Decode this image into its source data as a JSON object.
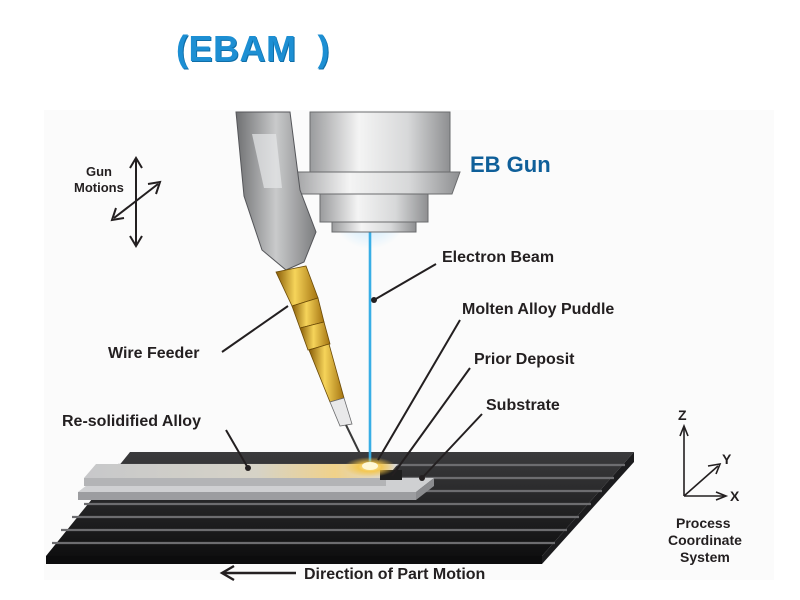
{
  "header": {
    "title": "(EBAM  )"
  },
  "diagram": {
    "gun_label": "EB Gun",
    "labels": {
      "gun_motions_line1": "Gun",
      "gun_motions_line2": "Motions",
      "electron_beam": "Electron Beam",
      "molten_puddle": "Molten Alloy Puddle",
      "prior_deposit": "Prior Deposit",
      "substrate": "Substrate",
      "wire_feeder": "Wire Feeder",
      "resolidified": "Re-solidified Alloy",
      "direction": "Direction of Part Motion"
    },
    "axes": {
      "z": "Z",
      "y": "Y",
      "x": "X",
      "caption_line1": "Process",
      "caption_line2": "Coordinate",
      "caption_line3": "System"
    },
    "colors": {
      "title": "#1d8fd3",
      "gun_label": "#0f5f99",
      "beam": "#38aee6",
      "wire": "#d8a71e"
    }
  }
}
